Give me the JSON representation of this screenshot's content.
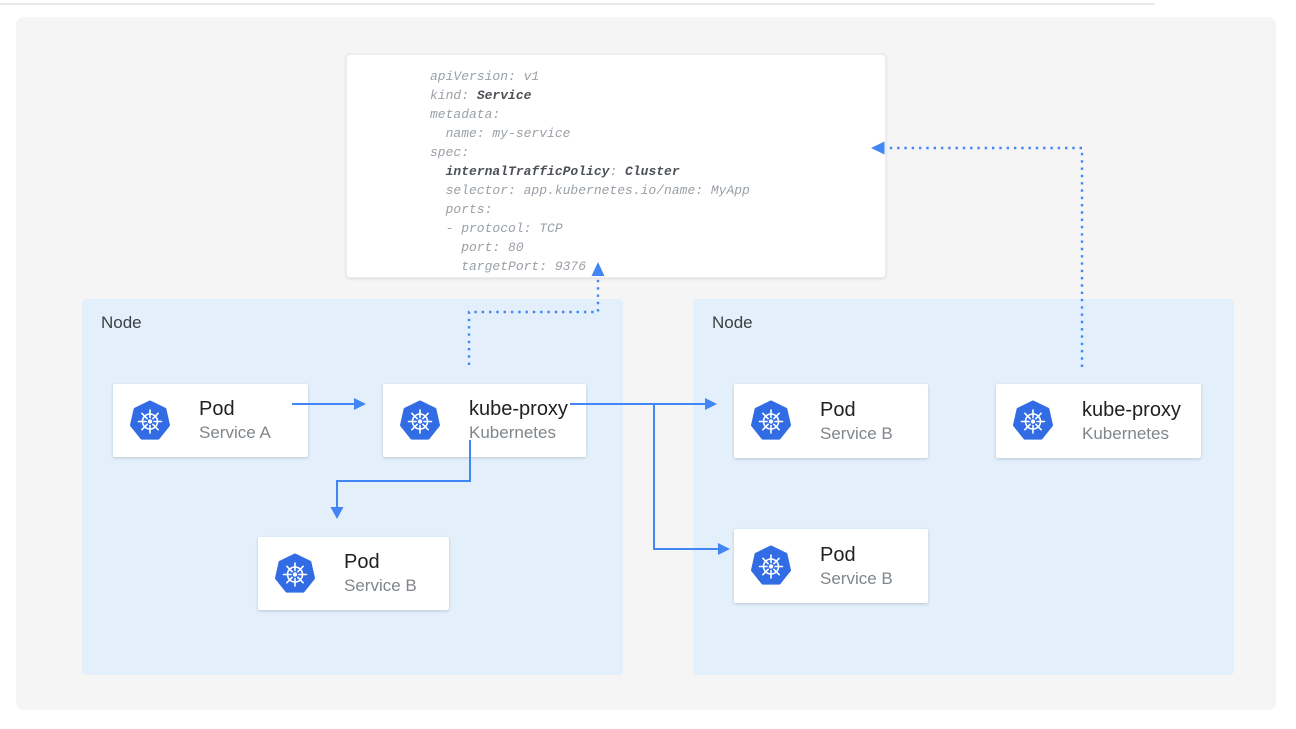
{
  "yaml_card": {
    "lines": [
      [
        {
          "text": "apiVersion: v1",
          "bold": false
        }
      ],
      [
        {
          "text": "kind: ",
          "bold": false
        },
        {
          "text": "Service",
          "bold": true
        }
      ],
      [
        {
          "text": "metadata:",
          "bold": false
        }
      ],
      [
        {
          "text": "  name: my-service",
          "bold": false
        }
      ],
      [
        {
          "text": "spec:",
          "bold": false
        }
      ],
      [
        {
          "text": "  ",
          "bold": false
        },
        {
          "text": "internalTrafficPolicy",
          "bold": true
        },
        {
          "text": ": ",
          "bold": false
        },
        {
          "text": "Cluster",
          "bold": true
        }
      ],
      [
        {
          "text": "  selector: app.kubernetes.io/name: MyApp",
          "bold": false
        }
      ],
      [
        {
          "text": "  ports:",
          "bold": false
        }
      ],
      [
        {
          "text": "  - protocol: TCP",
          "bold": false
        }
      ],
      [
        {
          "text": "    port: 80",
          "bold": false
        }
      ],
      [
        {
          "text": "    targetPort: 9376",
          "bold": false
        }
      ]
    ]
  },
  "left_node": {
    "label": "Node",
    "cards": {
      "pod_a": {
        "title": "Pod",
        "subtitle": "Service A",
        "icon": "kubernetes-logo"
      },
      "kube_proxy": {
        "title": "kube-proxy",
        "subtitle": "Kubernetes",
        "icon": "kubernetes-logo"
      },
      "pod_b": {
        "title": "Pod",
        "subtitle": "Service B",
        "icon": "kubernetes-logo"
      }
    }
  },
  "right_node": {
    "label": "Node",
    "cards": {
      "pod_b_top": {
        "title": "Pod",
        "subtitle": "Service B",
        "icon": "kubernetes-logo"
      },
      "pod_b_bottom": {
        "title": "Pod",
        "subtitle": "Service B",
        "icon": "kubernetes-logo"
      },
      "kube_proxy": {
        "title": "kube-proxy",
        "subtitle": "Kubernetes",
        "icon": "kubernetes-logo"
      }
    }
  },
  "colors": {
    "kubernetes_blue": "#326ce5",
    "arrow_blue": "#4285f4",
    "node_background": "#e3f0fb",
    "code_regular": "#9aa0a6",
    "code_bold": "#4d5156"
  }
}
